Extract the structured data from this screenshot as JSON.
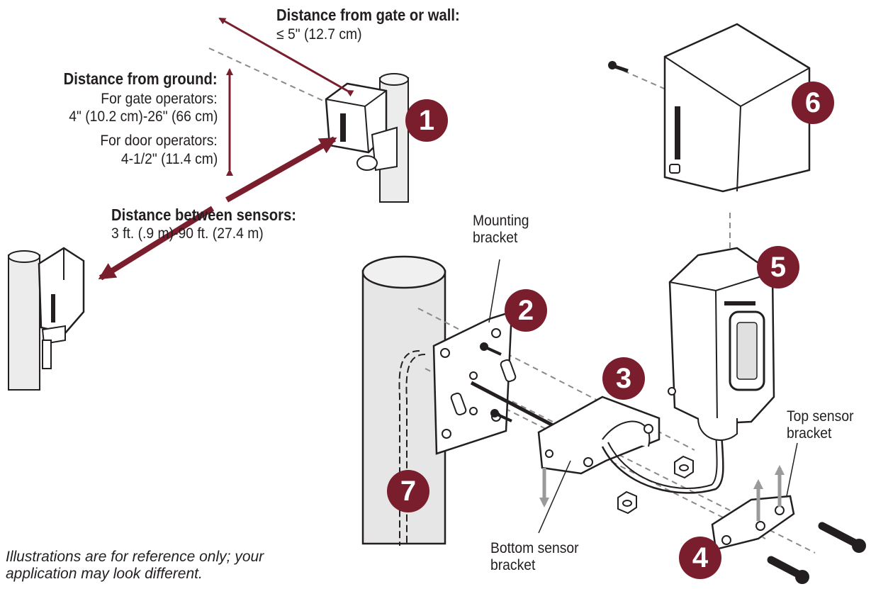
{
  "labels": {
    "gate_wall_title": "Distance from gate or wall:",
    "gate_wall_value": "≤ 5\" (12.7 cm)",
    "ground_title": "Distance from ground:",
    "gate_ops_label": "For gate operators:",
    "gate_ops_value": "4\" (10.2 cm)-26\" (66 cm)",
    "door_ops_label": "For door operators:",
    "door_ops_value": "4-1/2\" (11.4 cm)",
    "between_title": "Distance between sensors:",
    "between_value": "3 ft. (.9 m)-90 ft. (27.4 m)",
    "mounting_bracket": "Mounting bracket",
    "top_sensor_bracket": "Top sensor bracket",
    "bottom_sensor_bracket": "Bottom sensor bracket",
    "note": "Illustrations are for reference only; your application may look different."
  },
  "callouts": [
    "1",
    "2",
    "3",
    "4",
    "5",
    "6",
    "7"
  ],
  "colors": {
    "accent": "#7a1d2c",
    "line": "#231f20",
    "dashed": "#8a8a8a",
    "pole": "#e6e6e6",
    "arrow_gray": "#9a9a9a"
  }
}
